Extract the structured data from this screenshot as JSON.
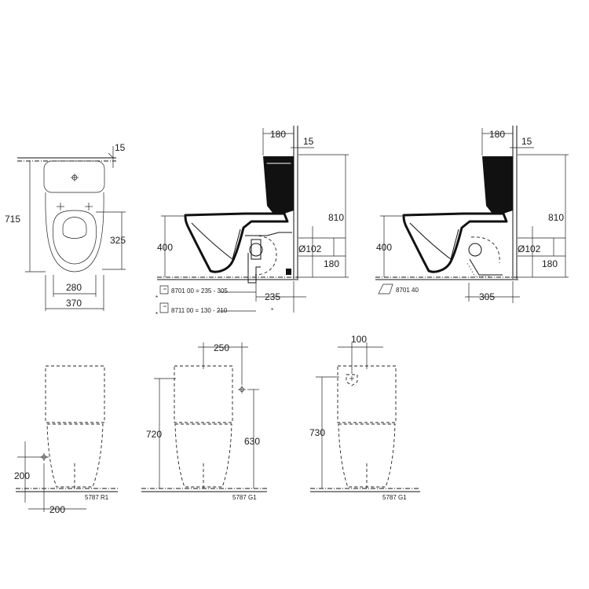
{
  "top_view": {
    "d15": "15",
    "d715": "715",
    "d325": "325",
    "d280": "280",
    "d370": "370"
  },
  "side_view_1": {
    "d180": "180",
    "d15": "15",
    "d810": "810",
    "d400": "400",
    "d102": "Ø102",
    "d180b": "180",
    "d235": "235",
    "star": "*",
    "note1": "8701 00 = 235 - 305",
    "note2": "8711 00 = 130 - 210"
  },
  "side_view_2": {
    "d180": "180",
    "d15": "15",
    "d810": "810",
    "d400": "400",
    "d102": "Ø102",
    "d180b": "180",
    "d305": "305",
    "note": "8701 40"
  },
  "front_view_1": {
    "d200h": "200",
    "d200w": "200",
    "model": "5787 R1"
  },
  "front_view_2": {
    "d250": "250",
    "d720": "720",
    "d630": "630",
    "model": "5787 G1"
  },
  "front_view_3": {
    "d100": "100",
    "d730": "730",
    "model": "5787 G1"
  },
  "colors": {
    "line": "#111111",
    "background": "#ffffff"
  }
}
